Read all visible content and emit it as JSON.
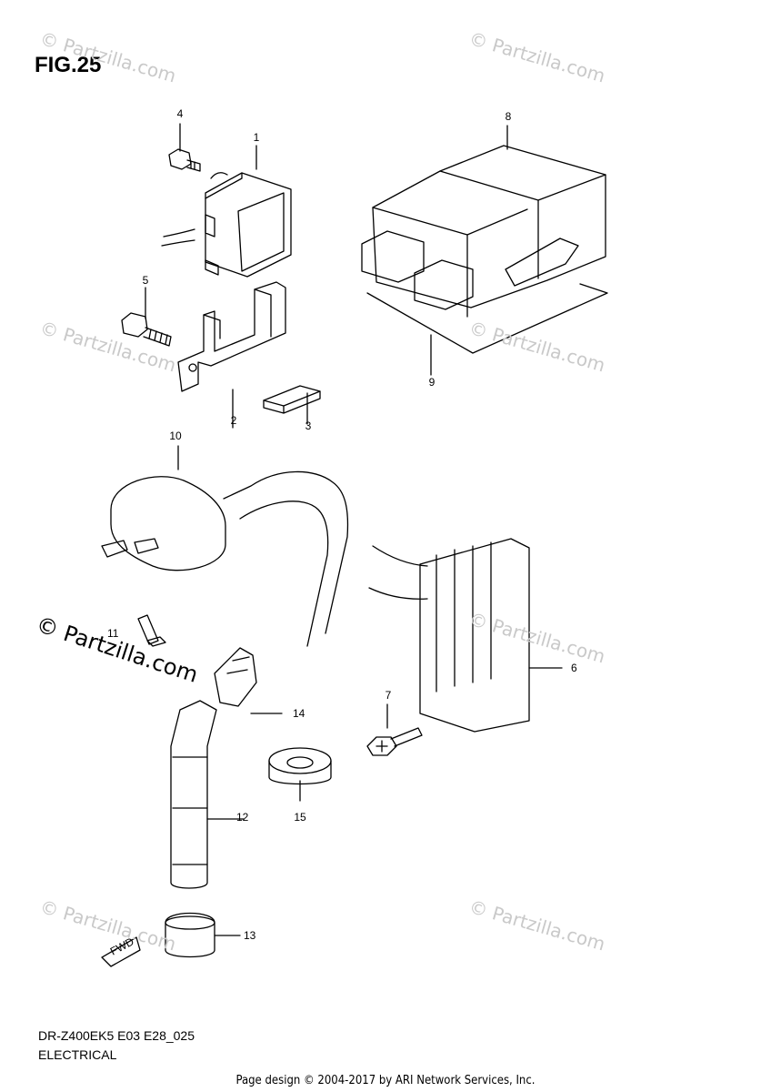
{
  "figure": {
    "title": "FIG.25"
  },
  "callouts": [
    "1",
    "2",
    "3",
    "4",
    "5",
    "6",
    "7",
    "8",
    "9",
    "10",
    "11",
    "12",
    "13",
    "14",
    "15"
  ],
  "watermark": {
    "text": "© Partzilla.com"
  },
  "fwd_label": "FWD",
  "diagram_code": "DR-Z400EK5 E03 E28_025",
  "section": "ELECTRICAL",
  "footer": "Page design © 2004-2017 by ARI Network Services, Inc."
}
